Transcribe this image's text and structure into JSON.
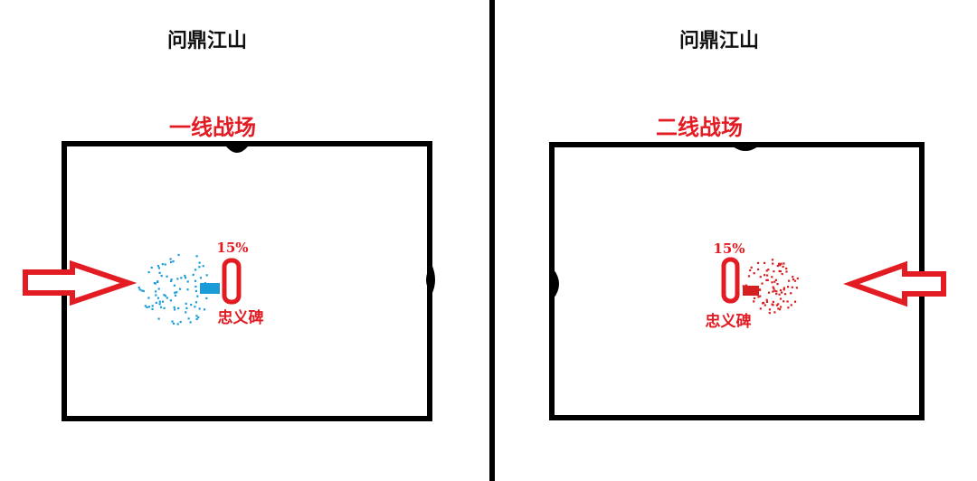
{
  "panels": [
    {
      "title": "问鼎江山",
      "front_label": "一线战场",
      "percent": "15%",
      "monument_label": "忠义碑",
      "troop_color": "#1a9cd8",
      "arrow_direction": "right"
    },
    {
      "title": "问鼎江山",
      "front_label": "二线战场",
      "percent": "15%",
      "monument_label": "忠义碑",
      "troop_color": "#d42020",
      "arrow_direction": "left"
    }
  ],
  "colors": {
    "accent": "#e31b23",
    "frame": "#000000",
    "blue_troops": "#1a9cd8",
    "red_troops": "#d42020"
  }
}
